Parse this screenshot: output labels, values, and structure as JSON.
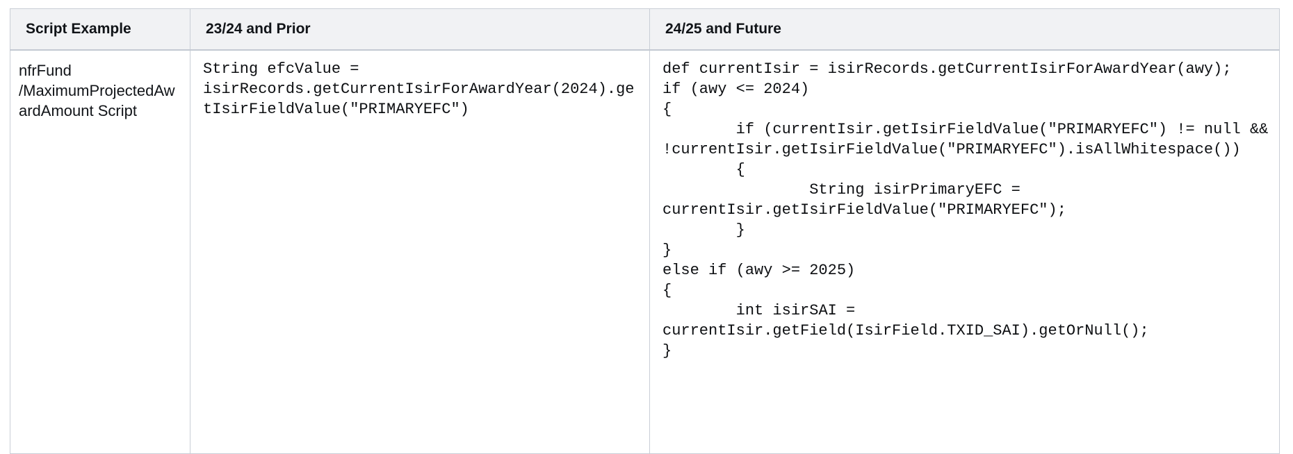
{
  "table": {
    "columns": [
      {
        "key": "script_example",
        "label": "Script Example"
      },
      {
        "key": "prior",
        "label": "23/24 and Prior"
      },
      {
        "key": "future",
        "label": "24/25 and Future"
      }
    ],
    "rows": [
      {
        "script_example": "nfrFund /MaximumProjectedAwardAmount Script",
        "prior": "String efcValue = isirRecords.getCurrentIsirForAwardYear(2024).getIsirFieldValue(\"PRIMARYEFC\")",
        "future": "def currentIsir = isirRecords.getCurrentIsirForAwardYear(awy);\nif (awy <= 2024)\n{\n        if (currentIsir.getIsirFieldValue(\"PRIMARYEFC\") != null && !currentIsir.getIsirFieldValue(\"PRIMARYEFC\").isAllWhitespace())\n        {\n                String isirPrimaryEFC = currentIsir.getIsirFieldValue(\"PRIMARYEFC\");\n        }\n}\nelse if (awy >= 2025)\n{\n        int isirSAI = currentIsir.getField(IsirField.TXID_SAI).getOrNull();\n}"
      }
    ]
  },
  "colors": {
    "header_background": "#f1f2f4",
    "border": "#c9ced6",
    "text": "#111418",
    "code_text": "#0d0f12",
    "page_background": "#ffffff"
  }
}
